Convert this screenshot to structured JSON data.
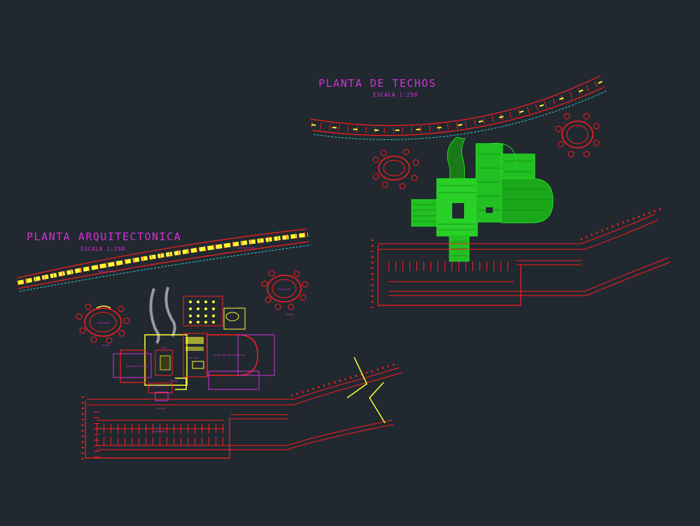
{
  "drawing": {
    "background": "#212830",
    "colors": {
      "magenta": "#d432d4",
      "red": "#ff1e1e",
      "yellow": "#ffff33",
      "green": "#22e022",
      "cyan": "#33d0d0",
      "white": "#e8e8e8",
      "gray": "#9a9a9a"
    }
  },
  "left_plan": {
    "title": "PLANTA ARQUITECTONICA",
    "scale": "ESCALA 1:250",
    "labels": {
      "rooms_top": "habitaciones",
      "rooms_right": "habitaciones",
      "pool_left": "piscinas",
      "pool_right": "piscinas",
      "pool_left_note": "jardin",
      "pool_right_note": "jardin",
      "lobby": "hall",
      "office": "administracion",
      "conference": "salón de conferencias",
      "kitchen": "cocina",
      "bath": "baños",
      "reception": "recepcion",
      "access": "acceso",
      "parking": "parqueo"
    }
  },
  "right_plan": {
    "title": "PLANTA DE TECHOS",
    "scale": "ESCALA 1:250"
  }
}
